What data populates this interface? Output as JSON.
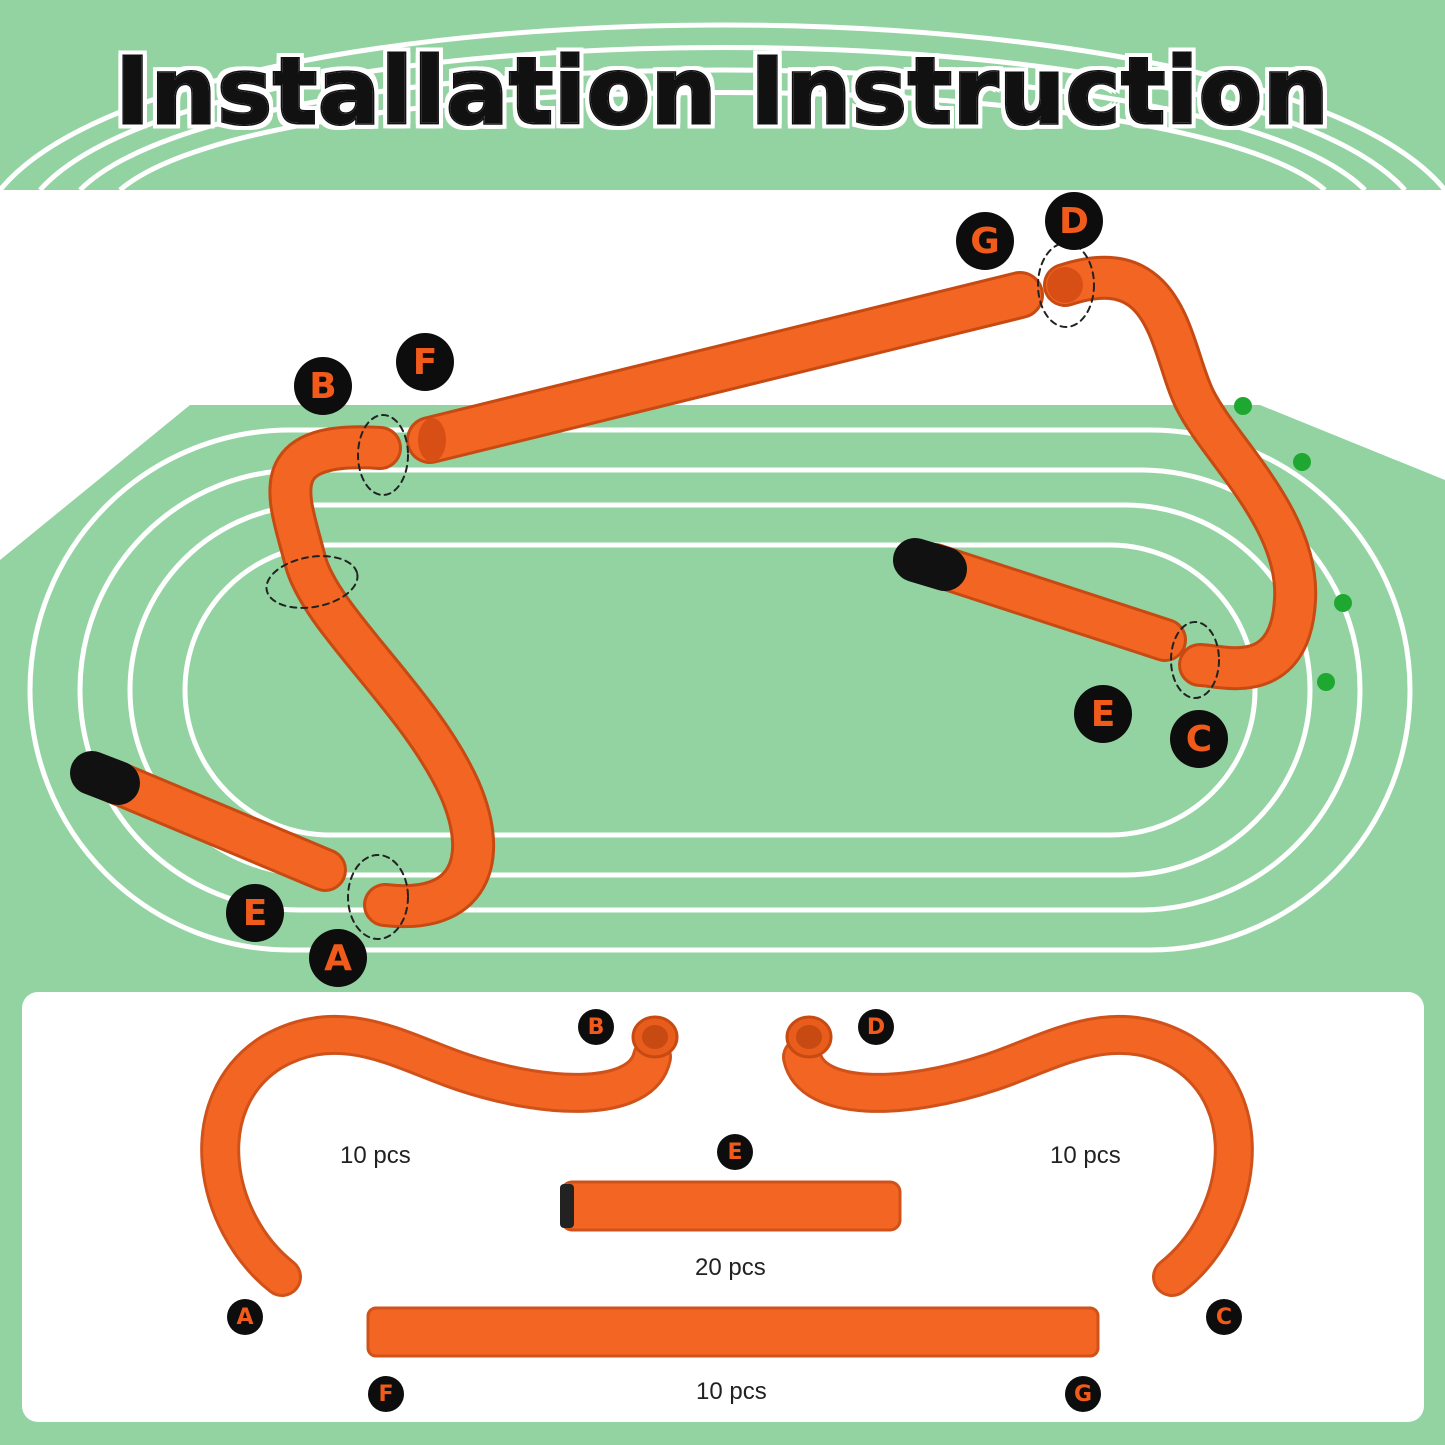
{
  "title": "Installation Instruction",
  "colors": {
    "background": "#93d3a2",
    "pipe": "#f26522",
    "badge": "#0d0d0d",
    "badge_text": "#f05a1a"
  },
  "assembly_labels": {
    "g": "G",
    "d": "D",
    "f": "F",
    "b": "B",
    "e_right": "E",
    "c": "C",
    "e_left": "E",
    "a": "A"
  },
  "parts": {
    "b": "B",
    "d": "D",
    "e": "E",
    "a": "A",
    "c": "C",
    "f": "F",
    "g": "G",
    "left_curve_qty": "10 pcs",
    "right_curve_qty": "10 pcs",
    "connector_qty": "20 pcs",
    "long_bar_qty": "10 pcs"
  }
}
